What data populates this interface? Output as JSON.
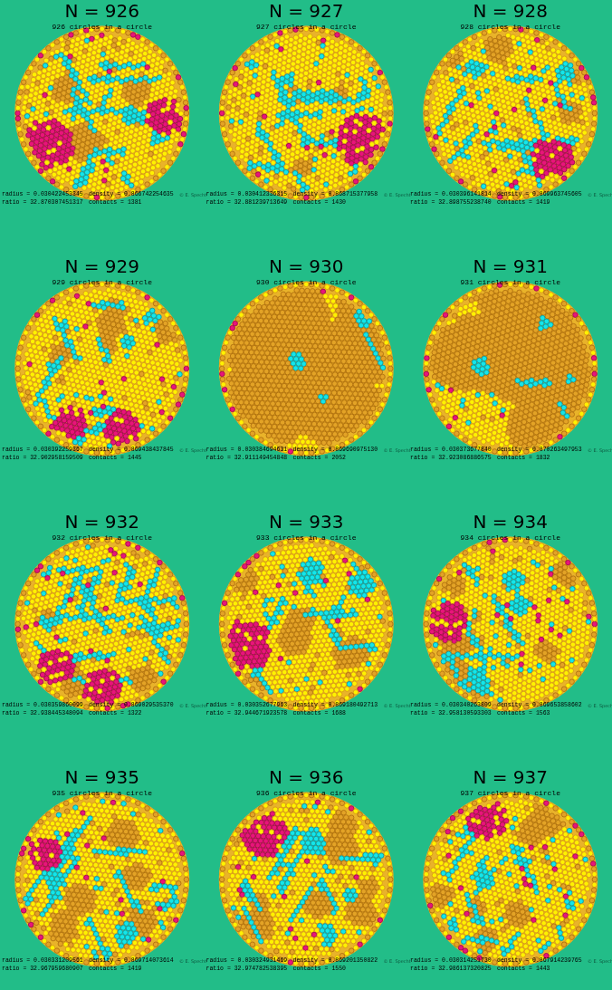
{
  "diagram": {
    "labels": [
      "N = 926",
      "926 circles in a circle",
      "radius =  0.030422453345",
      "density = 0.866742254635",
      "ratio  = 32.870307451317",
      "contacts = 1381",
      "© E. Specht",
      "N = 927",
      "927 circles in a circle",
      "radius =  0.030412336315",
      "density = 0.868715377958",
      "ratio  = 32.881239713649",
      "contacts = 1430",
      "© E. Specht",
      "N = 928",
      "928 circles in a circle",
      "radius =  0.030396141814",
      "density = 0.869963745605",
      "ratio  = 32.898755238740",
      "contacts = 1419",
      "© E. Specht",
      "N = 929",
      "929 circles in a circle",
      "radius =  0.030392259367",
      "density = 0.869438437845",
      "ratio  = 32.902958159509",
      "contacts = 1445",
      "© E. Specht",
      "N = 930",
      "930 circles in a circle",
      "radius =  0.030384694631",
      "density = 0.869690975130",
      "ratio  = 32.911149454848",
      "contacts = 2052",
      "© E. Specht",
      "N = 931",
      "931 circles in a circle",
      "radius =  0.030373677840",
      "density = 0.870263497953",
      "ratio  = 32.923086886575",
      "contacts = 1832",
      "© E. Specht",
      "N = 932",
      "932 circles in a circle",
      "radius =  0.030359860099",
      "density = 0.869029535370",
      "ratio  = 32.938445348094",
      "contacts = 1322",
      "© E. Specht",
      "N = 933",
      "933 circles in a circle",
      "radius =  0.030352677963",
      "density = 0.869180492713",
      "ratio  = 32.944671923578",
      "contacts = 1688",
      "© E. Specht",
      "N = 934",
      "934 circles in a circle",
      "radius =  0.030340263809",
      "density = 0.869653858602",
      "ratio  = 32.958130593303",
      "contacts = 1563",
      "© E. Specht",
      "N = 935",
      "935 circles in a circle",
      "radius =  0.030331209561",
      "density = 0.869714073614",
      "ratio  = 32.967959680907",
      "contacts = 1419",
      "© E. Specht",
      "N = 936",
      "936 circles in a circle",
      "radius =  0.030324931469",
      "density = 0.869201350822",
      "ratio  = 32.974782538395",
      "contacts = 1550",
      "© E. Specht",
      "N = 937",
      "937 circles in a circle",
      "radius =  0.030314251730",
      "density = 0.867914239765",
      "ratio  = 32.986137320825",
      "contacts = 1443",
      "© E. Specht"
    ]
  }
}
